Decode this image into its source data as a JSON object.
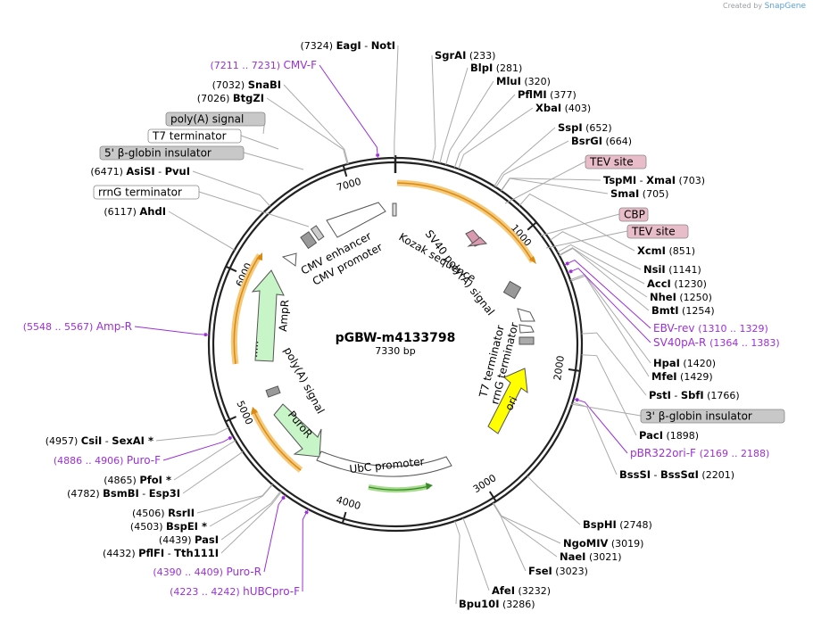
{
  "credit": {
    "prefix": "Created by",
    "brand": "SnapGene"
  },
  "plasmid": {
    "name": "pGBW-m4133798",
    "size_label": "7330 bp",
    "length": 7330
  },
  "ticks": [
    {
      "bp": 1000,
      "label": "1000"
    },
    {
      "bp": 2000,
      "label": "2000"
    },
    {
      "bp": 3000,
      "label": "3000"
    },
    {
      "bp": 4000,
      "label": "4000"
    },
    {
      "bp": 5000,
      "label": "5000"
    },
    {
      "bp": 6000,
      "label": "6000"
    },
    {
      "bp": 7000,
      "label": "7000"
    }
  ],
  "enzymes": [
    {
      "pos": "(7324)",
      "name": "EagI",
      "name2": "NotI",
      "star": false,
      "site": 7324
    },
    {
      "pos": "(233)",
      "name": "SgrAI",
      "site": 233
    },
    {
      "pos": "(281)",
      "name": "BlpI",
      "site": 281
    },
    {
      "pos": "(320)",
      "name": "MluI",
      "site": 320
    },
    {
      "pos": "(377)",
      "name": "PflMI",
      "site": 377
    },
    {
      "pos": "(403)",
      "name": "XbaI",
      "site": 403
    },
    {
      "pos": "(652)",
      "name": "SspI",
      "site": 652
    },
    {
      "pos": "(664)",
      "name": "BsrGI",
      "site": 664
    },
    {
      "pos": "(703)",
      "name": "TspMI",
      "name2": "XmaI",
      "site": 703
    },
    {
      "pos": "(705)",
      "name": "SmaI",
      "site": 705
    },
    {
      "pos": "(851)",
      "name": "XcmI",
      "site": 851
    },
    {
      "pos": "(1141)",
      "name": "NsiI",
      "site": 1141
    },
    {
      "pos": "(1230)",
      "name": "AccI",
      "site": 1230
    },
    {
      "pos": "(1250)",
      "name": "NheI",
      "site": 1250
    },
    {
      "pos": "(1254)",
      "name": "BmtI",
      "site": 1254
    },
    {
      "pos": "(1420)",
      "name": "HpaI",
      "site": 1420
    },
    {
      "pos": "(1429)",
      "name": "MfeI",
      "site": 1429
    },
    {
      "pos": "(1766)",
      "name": "PstI",
      "name2": "SbfI",
      "site": 1766
    },
    {
      "pos": "(1898)",
      "name": "PacI",
      "site": 1898
    },
    {
      "pos": "(2201)",
      "name": "BssSI",
      "name2": "BssSαI",
      "site": 2201
    },
    {
      "pos": "(2748)",
      "name": "BspHI",
      "site": 2748
    },
    {
      "pos": "(3019)",
      "name": "NgoMIV",
      "site": 3019
    },
    {
      "pos": "(3021)",
      "name": "NaeI",
      "site": 3021
    },
    {
      "pos": "(3023)",
      "name": "FseI",
      "site": 3023
    },
    {
      "pos": "(3232)",
      "name": "AfeI",
      "site": 3232
    },
    {
      "pos": "(3286)",
      "name": "Bpu10I",
      "site": 3286
    },
    {
      "pos": "(4432)",
      "name": "PflFI",
      "name2": "Tth111I",
      "site": 4432
    },
    {
      "pos": "(4439)",
      "name": "PasI",
      "site": 4439
    },
    {
      "pos": "(4503)",
      "name": "BspEI",
      "star": true,
      "site": 4503
    },
    {
      "pos": "(4506)",
      "name": "RsrII",
      "site": 4506
    },
    {
      "pos": "(4782)",
      "name": "BsmBI",
      "name2": "Esp3I",
      "site": 4782
    },
    {
      "pos": "(4865)",
      "name": "PfoI",
      "star": true,
      "site": 4865
    },
    {
      "pos": "(4957)",
      "name": "CsiI",
      "name2": "SexAI",
      "star2": true,
      "site": 4957
    },
    {
      "pos": "(6117)",
      "name": "AhdI",
      "site": 6117
    },
    {
      "pos": "(6471)",
      "name": "AsiSI",
      "name2": "PvuI",
      "site": 6471
    },
    {
      "pos": "(7026)",
      "name": "BtgZI",
      "site": 7026
    },
    {
      "pos": "(7032)",
      "name": "SnaBI",
      "site": 7032
    }
  ],
  "primers": [
    {
      "range": "(7211 .. 7231)",
      "name": "CMV-F",
      "site": 7221
    },
    {
      "range": "(1310 .. 1329)",
      "name": "EBV-rev",
      "site": 1320
    },
    {
      "range": "(1364 .. 1383)",
      "name": "SV40pA-R",
      "site": 1373
    },
    {
      "range": "(2169 .. 2188)",
      "name": "pBR322ori-F",
      "site": 2178
    },
    {
      "range": "(4886 .. 4906)",
      "name": "Puro-F",
      "site": 4896
    },
    {
      "range": "(4390 .. 4409)",
      "name": "Puro-R",
      "site": 4400
    },
    {
      "range": "(4223 .. 4242)",
      "name": "hUBCpro-F",
      "site": 4232
    },
    {
      "range": "(5548 .. 5567)",
      "name": "Amp-R",
      "site": 5557
    }
  ],
  "boxed_labels": [
    {
      "text": "poly(A) signal",
      "style": "gray"
    },
    {
      "text": "T7 terminator",
      "style": "white"
    },
    {
      "text": "5' β-globin insulator",
      "style": "gray"
    },
    {
      "text": "rrnG terminator",
      "style": "white"
    },
    {
      "text": "TEV site",
      "style": "pink"
    },
    {
      "text": "CBP",
      "style": "pink"
    },
    {
      "text": "TEV site",
      "style": "pink"
    },
    {
      "text": "3' β-globin insulator",
      "style": "gray"
    }
  ],
  "features": {
    "cmv_enhancer": "CMV enhancer",
    "cmv_promoter": "CMV promoter",
    "kozak": "Kozak sequence",
    "sv40": "SV40 poly(A) signal",
    "t7term": "T7 terminator",
    "rrng": "rrnG terminator",
    "ori": "ori",
    "ubc": "UbC promoter",
    "puror": "PuroR",
    "polya": "poly(A) signal",
    "ampr": "AmpR",
    "ampr_dots": "....."
  },
  "colors": {
    "primer": "#9b30d9",
    "orf": "#f0a020",
    "ori": "#ffff00",
    "marker": "#c8ffc8",
    "pink": "#e0b0c0",
    "gray": "#c8c8c8"
  }
}
